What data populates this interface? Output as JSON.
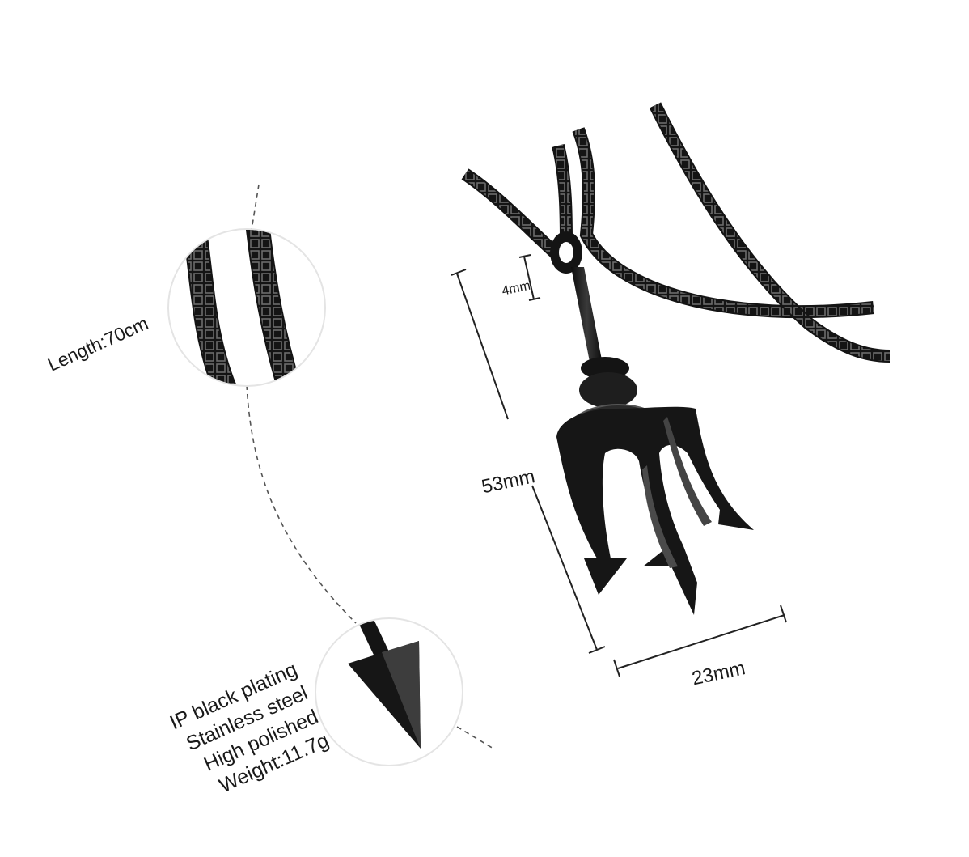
{
  "product": {
    "chain_spec": "Length:70cm",
    "material_specs": [
      "IP black plating",
      "Stainless steel",
      "High polished",
      "Weight:11.7g"
    ]
  },
  "dimensions": {
    "bail": "4mm",
    "height": "53mm",
    "width": "23mm"
  },
  "colors": {
    "metal": "#141414",
    "highlight": "#5a5a5a",
    "line": "#222222",
    "background": "#ffffff"
  }
}
